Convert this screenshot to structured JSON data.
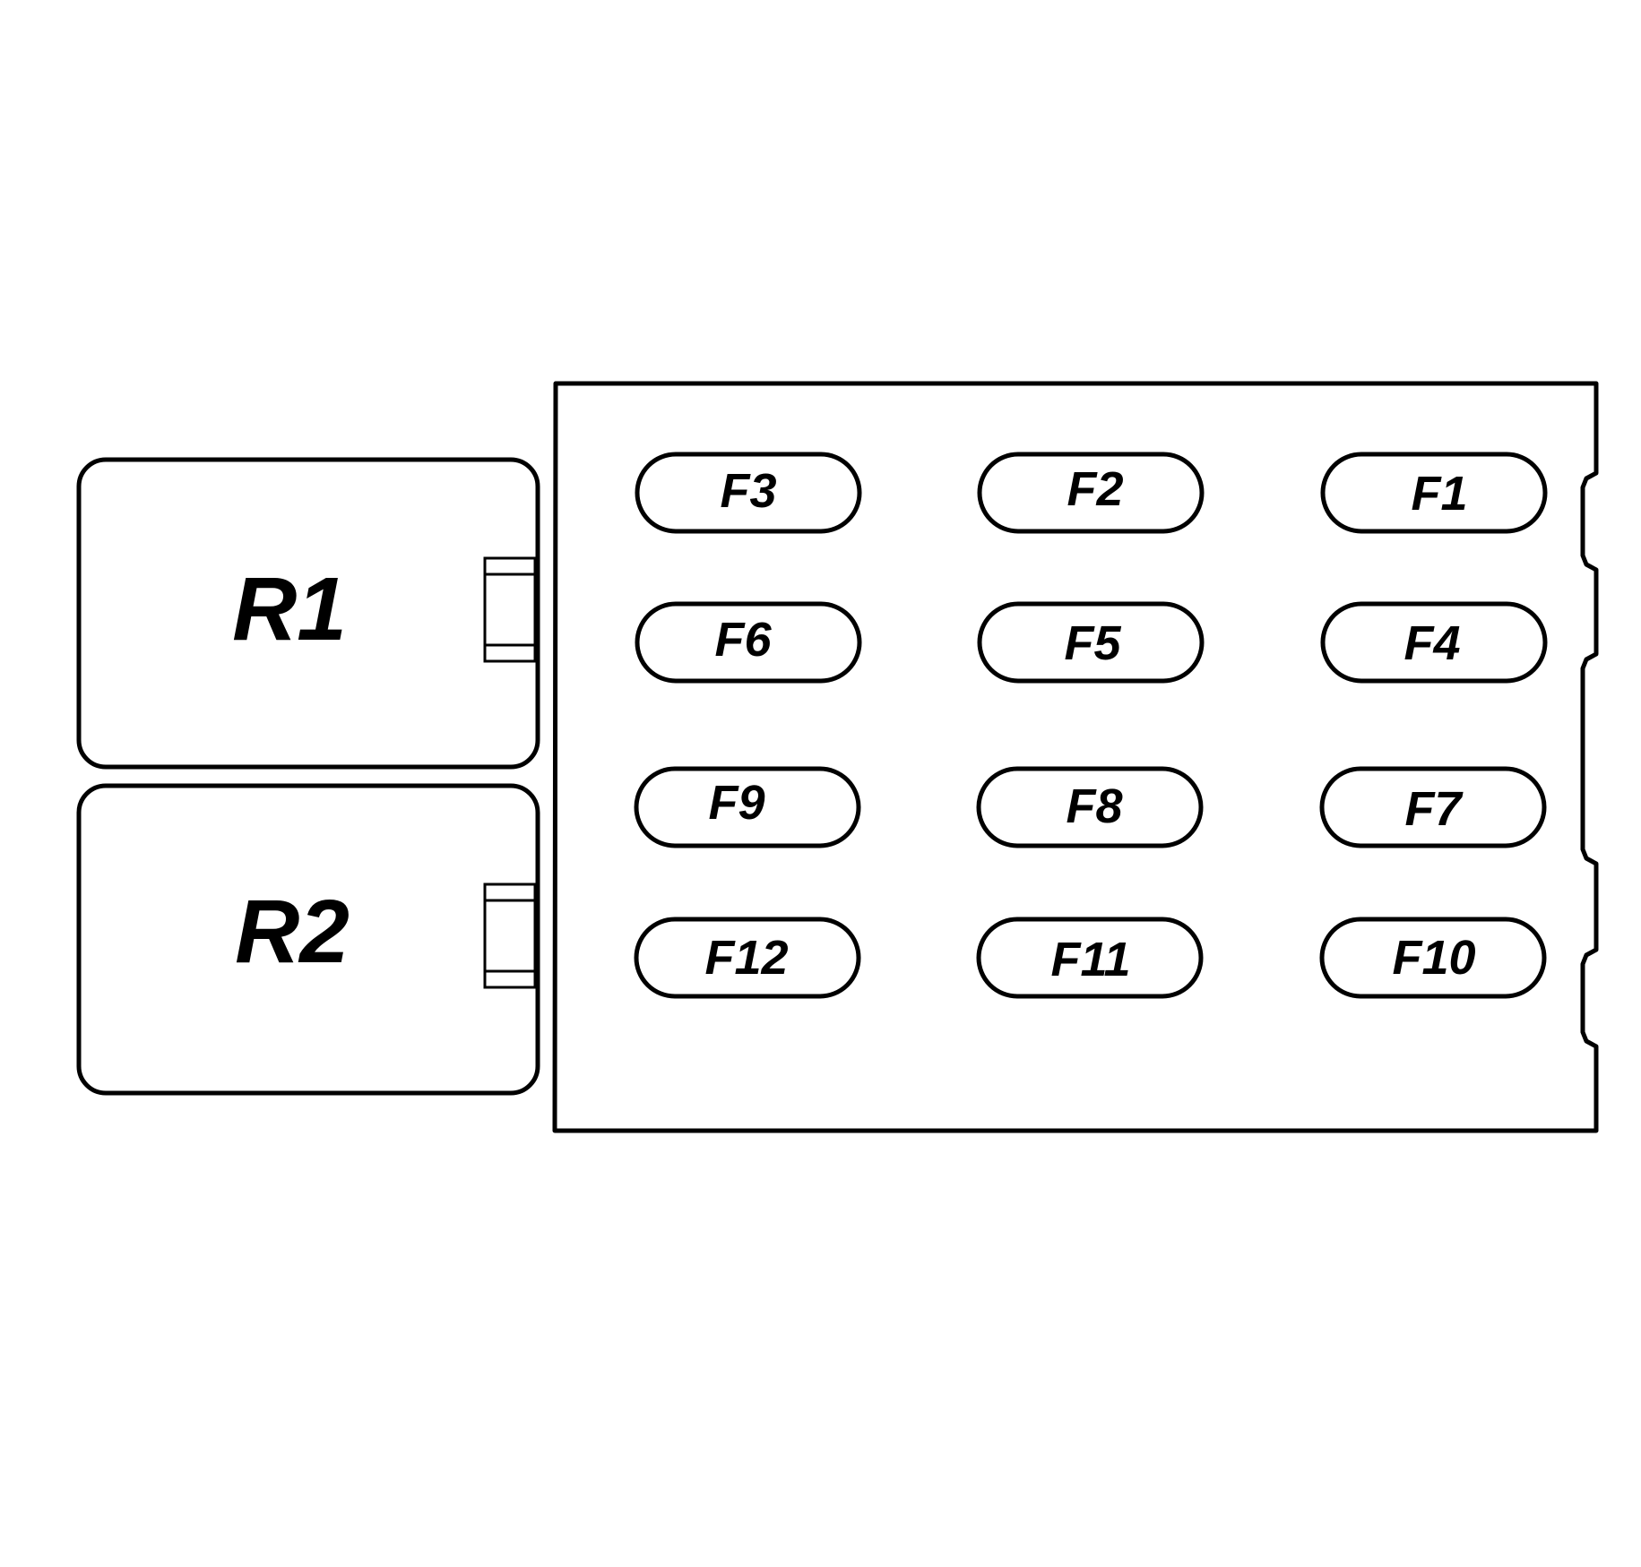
{
  "colors": {
    "stroke": "#000000",
    "background": "#ffffff"
  },
  "relays": [
    {
      "label": "R1"
    },
    {
      "label": "R2"
    }
  ],
  "fuse_rows": [
    [
      {
        "label": "F3"
      },
      {
        "label": "F2"
      },
      {
        "label": "F1"
      }
    ],
    [
      {
        "label": "F6"
      },
      {
        "label": "F5"
      },
      {
        "label": "F4"
      }
    ],
    [
      {
        "label": "F9"
      },
      {
        "label": "F8"
      },
      {
        "label": "F7"
      }
    ],
    [
      {
        "label": "F12"
      },
      {
        "label": "F11"
      },
      {
        "label": "F10"
      }
    ]
  ]
}
